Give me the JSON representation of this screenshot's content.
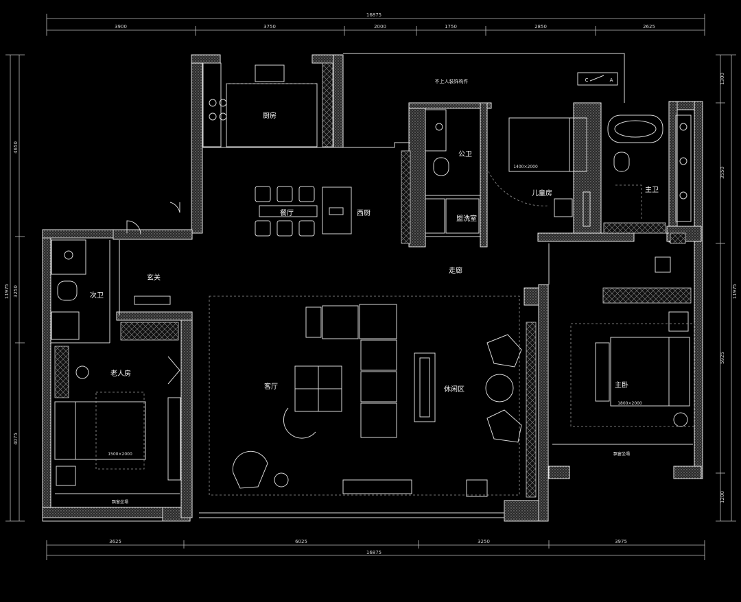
{
  "dimensions": {
    "top_total": "16875",
    "top_segments": [
      "3900",
      "3750",
      "2000",
      "1750",
      "2850",
      "2625"
    ],
    "bottom_total": "16875",
    "bottom_segments": [
      "3625",
      "6025",
      "3250",
      "3975"
    ],
    "left_total": "11975",
    "left_segments": [
      "4650",
      "3250",
      "4075"
    ],
    "right_total": "11975",
    "right_segments": [
      "1300",
      "3550",
      "5925",
      "1200"
    ]
  },
  "rooms": {
    "kitchen": "厨房",
    "dining": "餐厅",
    "western_kitchen": "西厨",
    "public_bath": "公卫",
    "children_room": "儿童房",
    "laundry": "盥洗室",
    "master_bath": "主卫",
    "foyer": "玄关",
    "corridor": "走廊",
    "second_bath": "次卫",
    "elder_room": "老人房",
    "living": "客厅",
    "leisure": "休闲区",
    "master_bedroom": "主卧"
  },
  "labels": {
    "decor_component": "不上人装饰构件",
    "bed_children": "1400×2000",
    "bed_elder": "1500×2000",
    "bed_master": "1800×2000",
    "bay_window_left": "飘窗坐塌",
    "bay_window_right": "飘窗坐塌",
    "marker_c": "C",
    "marker_a": "A"
  }
}
